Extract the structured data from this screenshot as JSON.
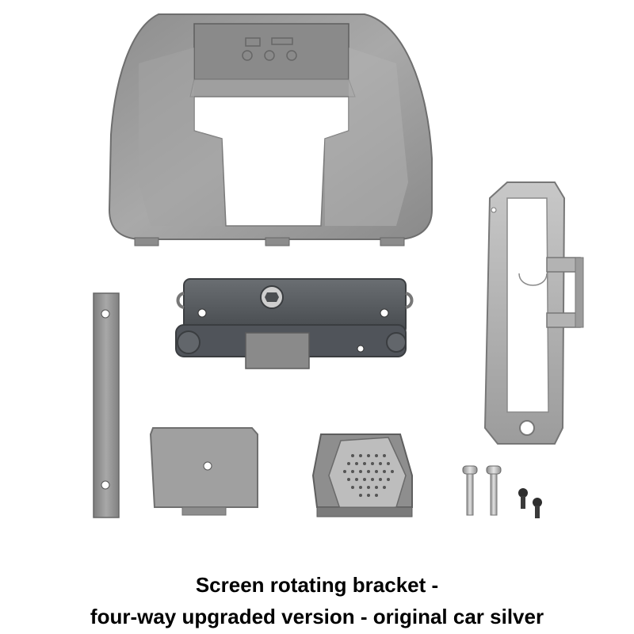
{
  "caption": {
    "line1": "Screen rotating bracket -",
    "line2": "four-way upgraded version - original car silver"
  },
  "colors": {
    "background": "#ffffff",
    "silver": "#9a9a9a",
    "dark_metal": "#55595d",
    "caption_text": "#000000"
  },
  "parts": [
    "bracket-housing",
    "rotating-base",
    "side-clip-frame",
    "mounting-strip",
    "cover-plate",
    "speaker-grille-cover",
    "machine-screws",
    "tapping-screws"
  ]
}
